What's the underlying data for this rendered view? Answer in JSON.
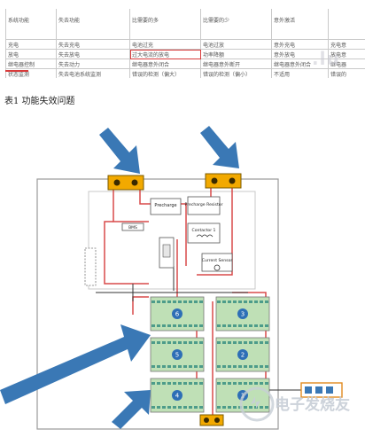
{
  "table": {
    "headers": [
      "系统功能",
      "失去功能",
      "比需要的多",
      "比需要的少",
      "意外激活",
      ""
    ],
    "rows": [
      [
        "充电",
        "失去充电",
        "电池过充",
        "电池过放",
        "意外充电",
        "充电意"
      ],
      [
        "放电",
        "失去放电",
        "过大电流的放电",
        "功率降额",
        "意外放电",
        "放电意"
      ],
      [
        "继电器控制",
        "失去动力",
        "继电器意外闭合",
        "继电器意外断开",
        "继电器意外闭合",
        "继电器"
      ],
      [
        "状态监测",
        "失去电池系统监测",
        "错误的检测（偏大）",
        "错误的检测（偏小）",
        "不适用",
        "错误的"
      ]
    ],
    "highlighted_cell": "过大电流的放电"
  },
  "caption": "表1 功能失效问题",
  "diagram": {
    "box_labels": {
      "precharge": "Precharge",
      "precharge_resistor": "Precharge Resistor",
      "contactor": "Contactor 1",
      "current_sensor": "Current Sensor",
      "small_box": "BMS"
    },
    "module_labels": [
      "6",
      "5",
      "4",
      "3",
      "2",
      "1"
    ],
    "watermark": "电子发烧友",
    "colors": {
      "arrow": "#3a78b5",
      "wire_red": "#d94a4a",
      "connector": "#f2a900",
      "module_fill": "#bfe0b6",
      "cell_strip": "#4d9c8a",
      "module_circle": "#2e6fb6",
      "frame": "#9a9a9a"
    }
  }
}
